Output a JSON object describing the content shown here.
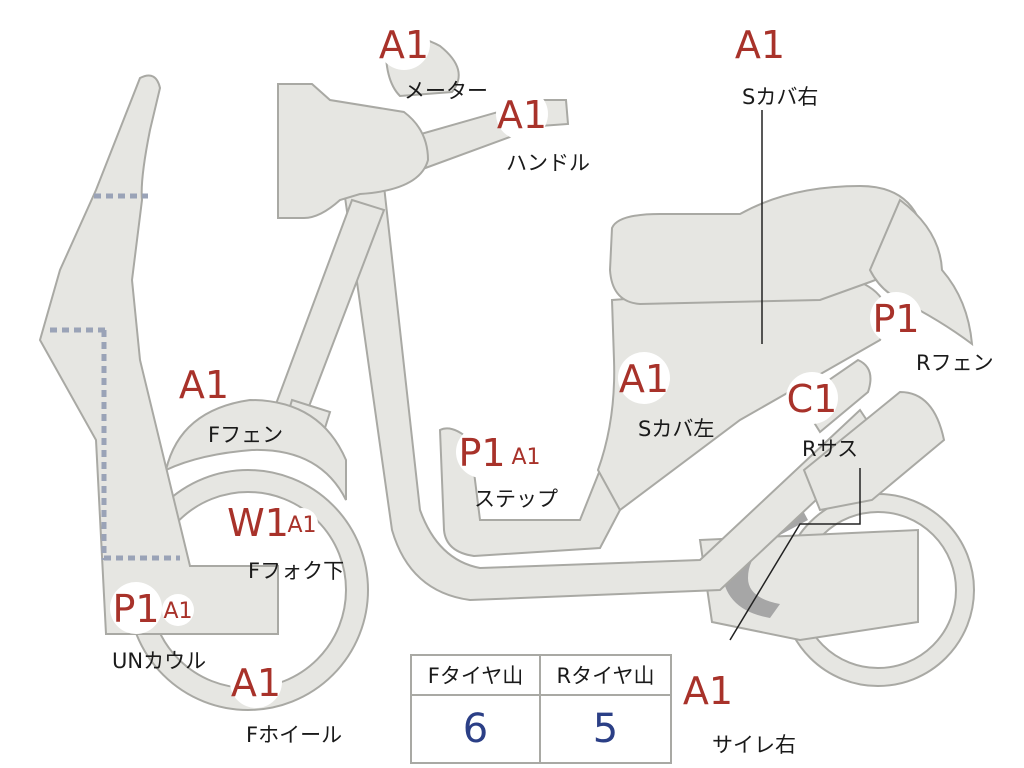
{
  "labels": {
    "meter": "メーター",
    "handle": "ハンドル",
    "s_cover_right": "Sカバ右",
    "r_fender": "Rフェン",
    "f_fender": "Fフェン",
    "s_cover_left": "Sカバ左",
    "r_suspension": "Rサス",
    "step": "ステップ",
    "f_fork_lower": "Fフォク下",
    "under_cowl": "UNカウル",
    "f_wheel": "Fホイール",
    "muffler_right": "サイレ右"
  },
  "grades": {
    "meter": "A1",
    "handle": "A1",
    "s_cover_right": "A1",
    "r_fender": "P1",
    "f_fender": "A1",
    "s_cover_left": "A1",
    "r_suspension": "C1",
    "step_main": "P1",
    "step_sub": "A1",
    "f_fork_lower_main": "W1",
    "f_fork_lower_sub": "A1",
    "under_cowl_main": "P1",
    "under_cowl_sub": "A1",
    "f_wheel": "A1",
    "muffler_right": "A1"
  },
  "tire_table": {
    "front_header": "Fタイヤ山",
    "rear_header": "Rタイヤ山",
    "front_value": "6",
    "rear_value": "5"
  },
  "colors": {
    "grade_text": "#a8322a",
    "tire_value": "#2b3f86",
    "part_fill": "#e6e6e2",
    "part_outline": "#a9a9a4"
  }
}
